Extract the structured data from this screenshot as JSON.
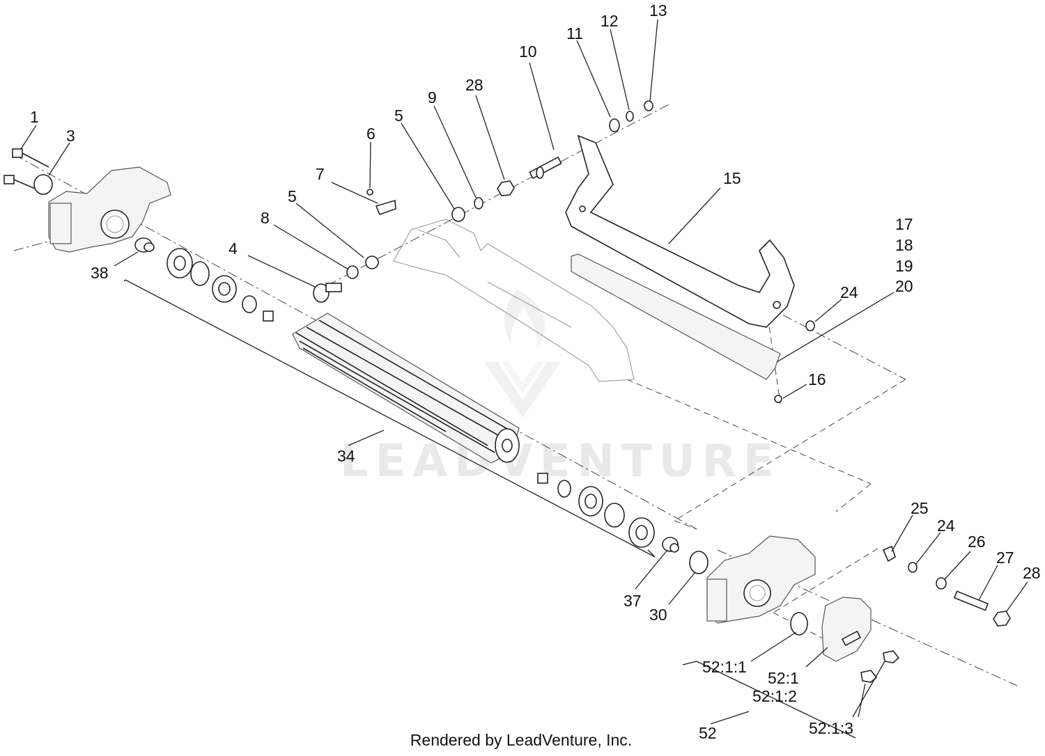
{
  "watermark": {
    "text": "LEADVENTURE"
  },
  "footer": {
    "text": "Rendered by LeadVenture, Inc."
  },
  "callouts": [
    {
      "id": "c1",
      "label": "1"
    },
    {
      "id": "c3",
      "label": "3"
    },
    {
      "id": "c38",
      "label": "38"
    },
    {
      "id": "c4",
      "label": "4"
    },
    {
      "id": "c8",
      "label": "8"
    },
    {
      "id": "c5a",
      "label": "5"
    },
    {
      "id": "c7",
      "label": "7"
    },
    {
      "id": "c6",
      "label": "6"
    },
    {
      "id": "c5b",
      "label": "5"
    },
    {
      "id": "c9",
      "label": "9"
    },
    {
      "id": "c28a",
      "label": "28"
    },
    {
      "id": "c10",
      "label": "10"
    },
    {
      "id": "c11",
      "label": "11"
    },
    {
      "id": "c12",
      "label": "12"
    },
    {
      "id": "c13",
      "label": "13"
    },
    {
      "id": "c15",
      "label": "15"
    },
    {
      "id": "c17",
      "label": "17"
    },
    {
      "id": "c18",
      "label": "18"
    },
    {
      "id": "c19",
      "label": "19"
    },
    {
      "id": "c20",
      "label": "20"
    },
    {
      "id": "c24a",
      "label": "24"
    },
    {
      "id": "c16",
      "label": "16"
    },
    {
      "id": "c34",
      "label": "34"
    },
    {
      "id": "c37",
      "label": "37"
    },
    {
      "id": "c30",
      "label": "30"
    },
    {
      "id": "c25",
      "label": "25"
    },
    {
      "id": "c24b",
      "label": "24"
    },
    {
      "id": "c26",
      "label": "26"
    },
    {
      "id": "c27",
      "label": "27"
    },
    {
      "id": "c28b",
      "label": "28"
    },
    {
      "id": "c52_1_1",
      "label": "52:1:1"
    },
    {
      "id": "c52_1",
      "label": "52:1"
    },
    {
      "id": "c52_1_2",
      "label": "52:1:2"
    },
    {
      "id": "c52_1_3",
      "label": "52:1:3"
    },
    {
      "id": "c52",
      "label": "52"
    }
  ]
}
